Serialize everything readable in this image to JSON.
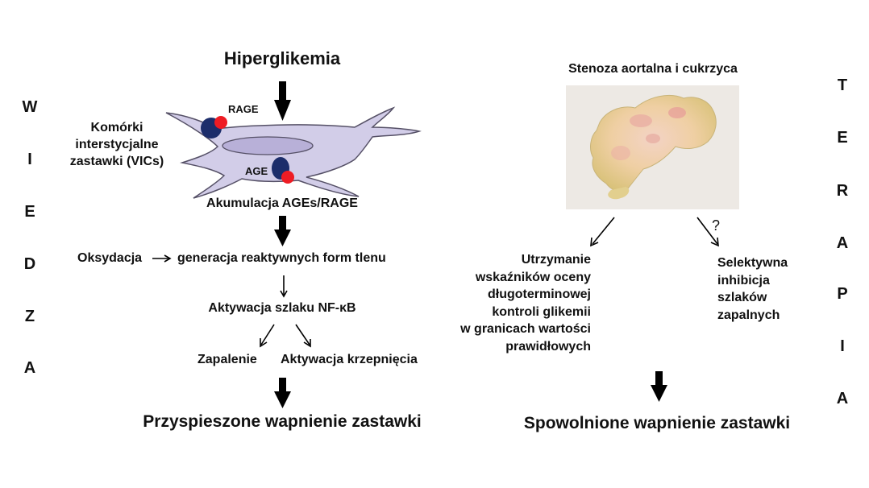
{
  "vertical_left": [
    "W",
    "I",
    "E",
    "D",
    "Z",
    "A"
  ],
  "vertical_right": [
    "T",
    "E",
    "R",
    "A",
    "P",
    "I",
    "A"
  ],
  "left": {
    "title": "Hiperglikemia",
    "cell_label_line1": "Komórki",
    "cell_label_line2": "interstycjalne",
    "cell_label_line3": "zastawki (VICs)",
    "rage_label": "RAGE",
    "age_label": "AGE",
    "accumulation": "Akumulacja AGEs/RAGE",
    "oxidation": "Oksydacja",
    "ros": "generacja reaktywnych form tlenu",
    "nfkb": "Aktywacja szlaku NF-κB",
    "inflammation": "Zapalenie",
    "coagulation": "Aktywacja krzepnięcia",
    "result": "Przyspieszone wapnienie zastawki"
  },
  "right": {
    "title": "Stenoza aortalna i cukrzyca",
    "left_branch": [
      "Utrzymanie",
      "wskaźników oceny",
      "długoterminowej",
      "kontroli glikemii",
      "w granicach wartości",
      "prawidłowych"
    ],
    "question_mark": "?",
    "right_branch": [
      "Selektywna",
      "inhibicja",
      "szlaków",
      "zapalnych"
    ],
    "result": "Spowolnione wapnienie zastawki"
  },
  "colors": {
    "cell_fill": "#d2cde8",
    "cell_stroke": "#555066",
    "receptor_navy": "#1c2d6b",
    "ligand_red": "#ee1c24"
  }
}
